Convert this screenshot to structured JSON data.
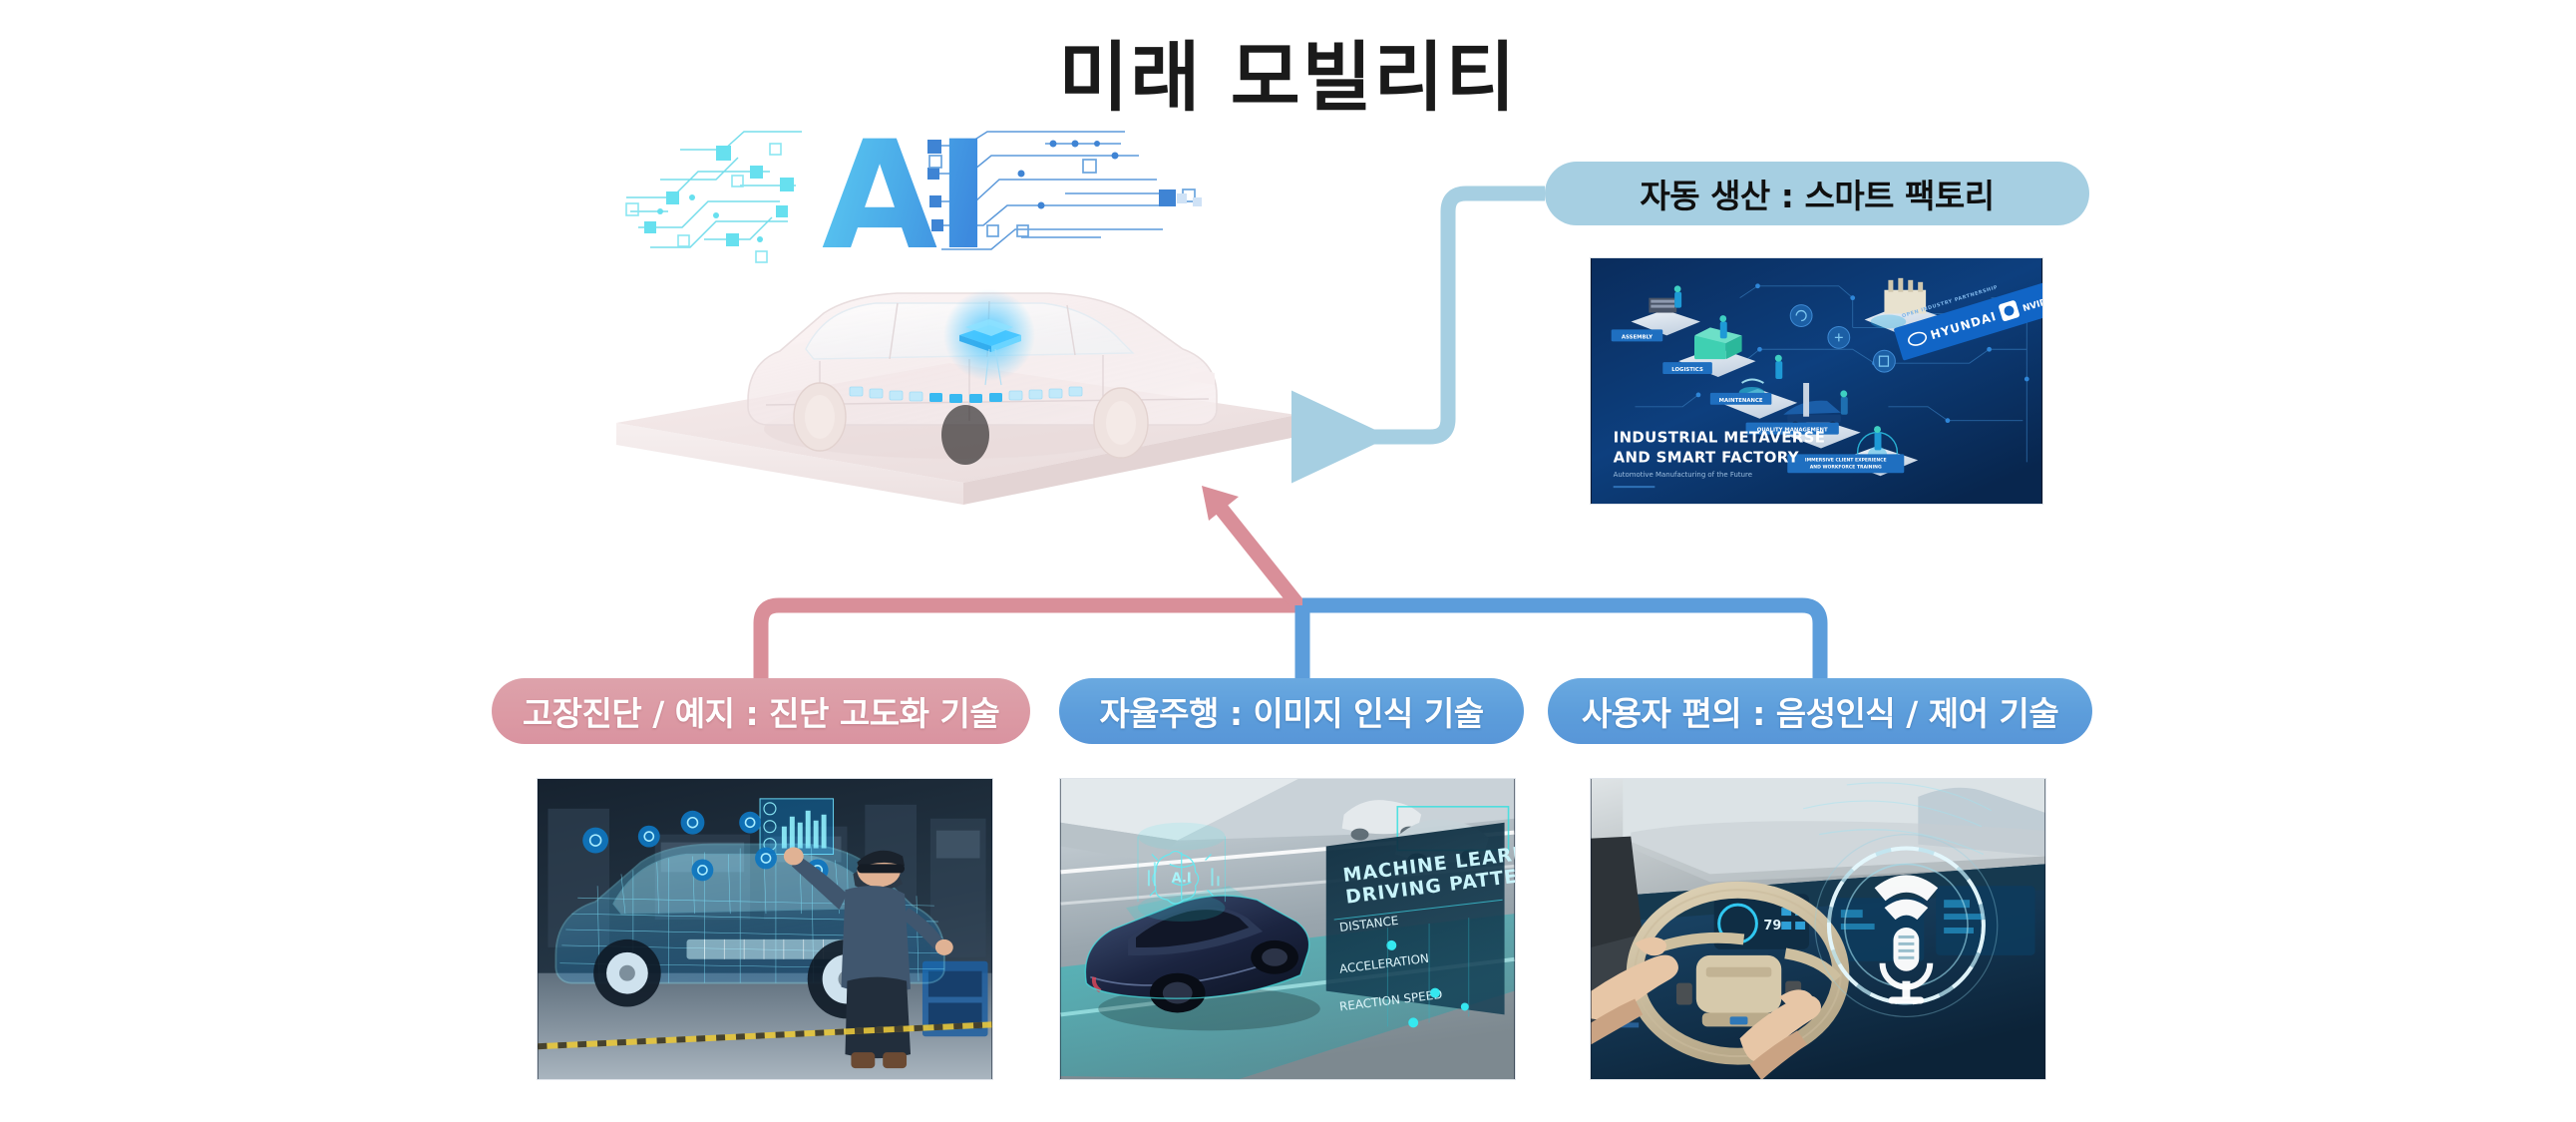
{
  "page": {
    "title": "미래 모빌리티",
    "background_color": "#ffffff"
  },
  "hero": {
    "wordmark": "AI",
    "wordmark_gradient_from": "#58c8ef",
    "wordmark_gradient_to": "#3f8fe0",
    "vehicle_description": "translucent-suv-on-platform",
    "platform_color": "#f2e2e2"
  },
  "labels": {
    "factory": "자동 생산 : 스마트 팩토리",
    "diagnosis": "고장진단 / 예지 : 진단 고도화 기술",
    "autodrive": "자율주행 : 이미지 인식 기술",
    "voice": "사용자 편의 : 음성인식 / 제어 기술"
  },
  "colors": {
    "pill_factory": "#a6cfe2",
    "pill_pink": "#dc9aa4",
    "pill_blue": "#5c9ddb",
    "connector_light_blue": "#a6cfe2",
    "connector_pink": "#d98f99",
    "connector_blue": "#5c9ddb",
    "title_text": "#1a1a1a"
  },
  "photos": {
    "factory": {
      "name": "industrial-metaverse-smart-factory",
      "headline_line1": "INDUSTRIAL METAVERSE",
      "headline_line2": "AND SMART FACTORY",
      "subtitle": "Automotive Manufacturing of the Future",
      "node_labels": [
        "ASSEMBLY",
        "LOGISTICS",
        "MAINTENANCE",
        "QUALITY MANAGEMENT",
        "IMMERSIVE CLIENT EXPERIENCE AND WORKFORCE TRAINING"
      ],
      "partner_banner": "OPEN INDUSTRY PARTNERSHIP",
      "brand_primary": "HYUNDAI",
      "brand_secondary": "NVIDIA OMNIVERSE",
      "background_color": "#0d3b74"
    },
    "diagnosis": {
      "name": "ar-engineer-wireframe-vehicle-diagnostics",
      "description": "Engineer wearing AR headset inspecting a glowing blue wireframe vehicle hologram in a workshop",
      "accent_color": "#1fb6e8"
    },
    "autodrive": {
      "name": "machine-learning-driving-pattern",
      "headline_line1": "MACHINE LEARNING",
      "headline_line2": "DRIVING PATTERN",
      "metrics": [
        "DISTANCE",
        "ACCELERATION",
        "REACTION SPEED"
      ],
      "ai_badge": "A.I",
      "accent_color": "#18c6c9"
    },
    "voice": {
      "name": "in-car-voice-recognition-hud",
      "description": "Driver hands on steering wheel with holographic microphone and signal-wave HUD icon",
      "accent_color": "#1fb6e8"
    }
  },
  "connectors": [
    {
      "name": "factory-to-vehicle",
      "color": "#a6cfe2",
      "direction": "left"
    },
    {
      "name": "diagnosis-to-vehicle",
      "color": "#d98f99",
      "direction": "up"
    },
    {
      "name": "autodrive-to-vehicle",
      "color": "#5c9ddb",
      "direction": "up"
    },
    {
      "name": "voice-to-vehicle",
      "color": "#5c9ddb",
      "direction": "up"
    }
  ]
}
